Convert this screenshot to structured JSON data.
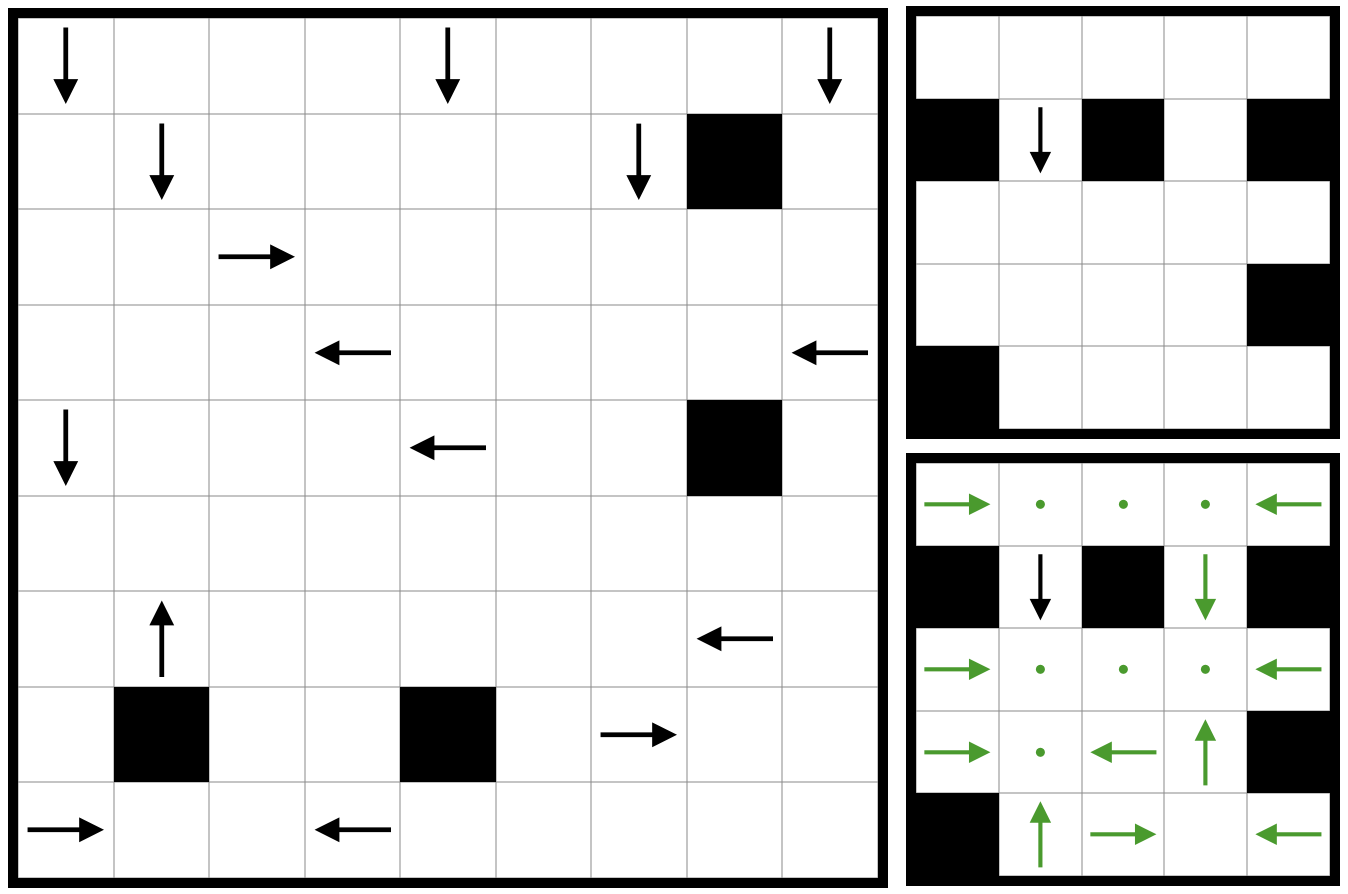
{
  "colors": {
    "wall": "#000000",
    "arrow": "#000000",
    "solution": "#4a9a2e",
    "grid_line": "#8a8a8a",
    "background": "#ffffff"
  },
  "boards": [
    {
      "id": "main-puzzle",
      "rows": 9,
      "cols": 9,
      "cells": [
        [
          "D",
          ".",
          ".",
          ".",
          "D",
          ".",
          ".",
          ".",
          "D"
        ],
        [
          ".",
          "D",
          ".",
          ".",
          ".",
          ".",
          "D",
          "#",
          "."
        ],
        [
          ".",
          ".",
          "R",
          ".",
          ".",
          ".",
          ".",
          ".",
          "."
        ],
        [
          ".",
          ".",
          ".",
          "L",
          ".",
          ".",
          ".",
          ".",
          "L"
        ],
        [
          "D",
          ".",
          ".",
          ".",
          "L",
          ".",
          ".",
          "#",
          "."
        ],
        [
          ".",
          ".",
          ".",
          ".",
          ".",
          ".",
          ".",
          ".",
          "."
        ],
        [
          ".",
          "U",
          ".",
          ".",
          ".",
          ".",
          ".",
          "L",
          "."
        ],
        [
          ".",
          "#",
          ".",
          ".",
          "#",
          ".",
          "R",
          ".",
          "."
        ],
        [
          "R",
          ".",
          ".",
          "L",
          ".",
          ".",
          ".",
          ".",
          "."
        ]
      ]
    },
    {
      "id": "example-puzzle",
      "rows": 5,
      "cols": 5,
      "cells": [
        [
          ".",
          ".",
          ".",
          ".",
          "."
        ],
        [
          "#",
          "D",
          "#",
          ".",
          "#"
        ],
        [
          ".",
          ".",
          ".",
          ".",
          "."
        ],
        [
          ".",
          ".",
          ".",
          ".",
          "#"
        ],
        [
          "#",
          ".",
          ".",
          ".",
          "."
        ]
      ]
    },
    {
      "id": "example-solution",
      "rows": 5,
      "cols": 5,
      "cells": [
        [
          "gR",
          "g.",
          "g.",
          "g.",
          "gL"
        ],
        [
          "#",
          "D",
          "#",
          "gD",
          "#"
        ],
        [
          "gR",
          "g.",
          "g.",
          "g.",
          "gL"
        ],
        [
          "gR",
          "g.",
          "gL",
          "gU",
          "#"
        ],
        [
          "#",
          "gU",
          "gR",
          ".",
          "gL"
        ]
      ]
    }
  ],
  "legend": {
    "D": "down-arrow-icon",
    "U": "up-arrow-icon",
    "L": "left-arrow-icon",
    "R": "right-arrow-icon",
    ".": "empty",
    "#": "wall",
    "g.": "green-dot-icon"
  }
}
